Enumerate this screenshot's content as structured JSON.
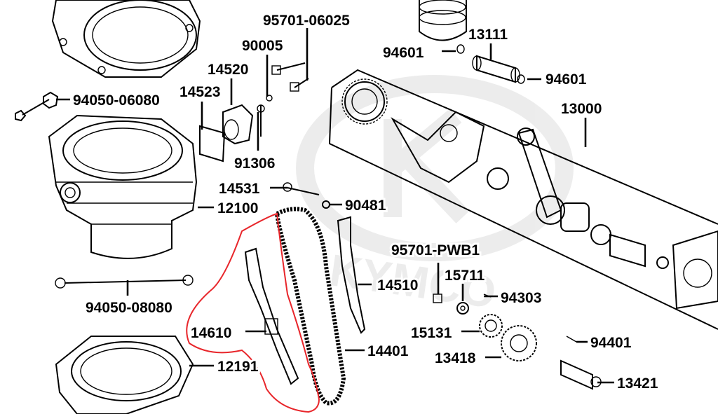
{
  "diagram": {
    "watermark": "KYMCO",
    "labels": {
      "p95701_06025": "95701-06025",
      "p90005": "90005",
      "p13111": "13111",
      "p94601a": "94601",
      "p94601b": "94601",
      "p14520": "14520",
      "p14523": "14523",
      "p94050_06080": "94050-06080",
      "p13000": "13000",
      "p91306": "91306",
      "p14531": "14531",
      "p90481": "90481",
      "p12100": "12100",
      "p95701_pwb1": "95701-PWB1",
      "p15711": "15711",
      "p14510": "14510",
      "p94303": "94303",
      "p94050_08080": "94050-08080",
      "p14610": "14610",
      "p15131": "15131",
      "p94401": "94401",
      "p14401": "14401",
      "p13418": "13418",
      "p12191": "12191",
      "p13421": "13421"
    },
    "highlight_color": "#e8262b"
  }
}
